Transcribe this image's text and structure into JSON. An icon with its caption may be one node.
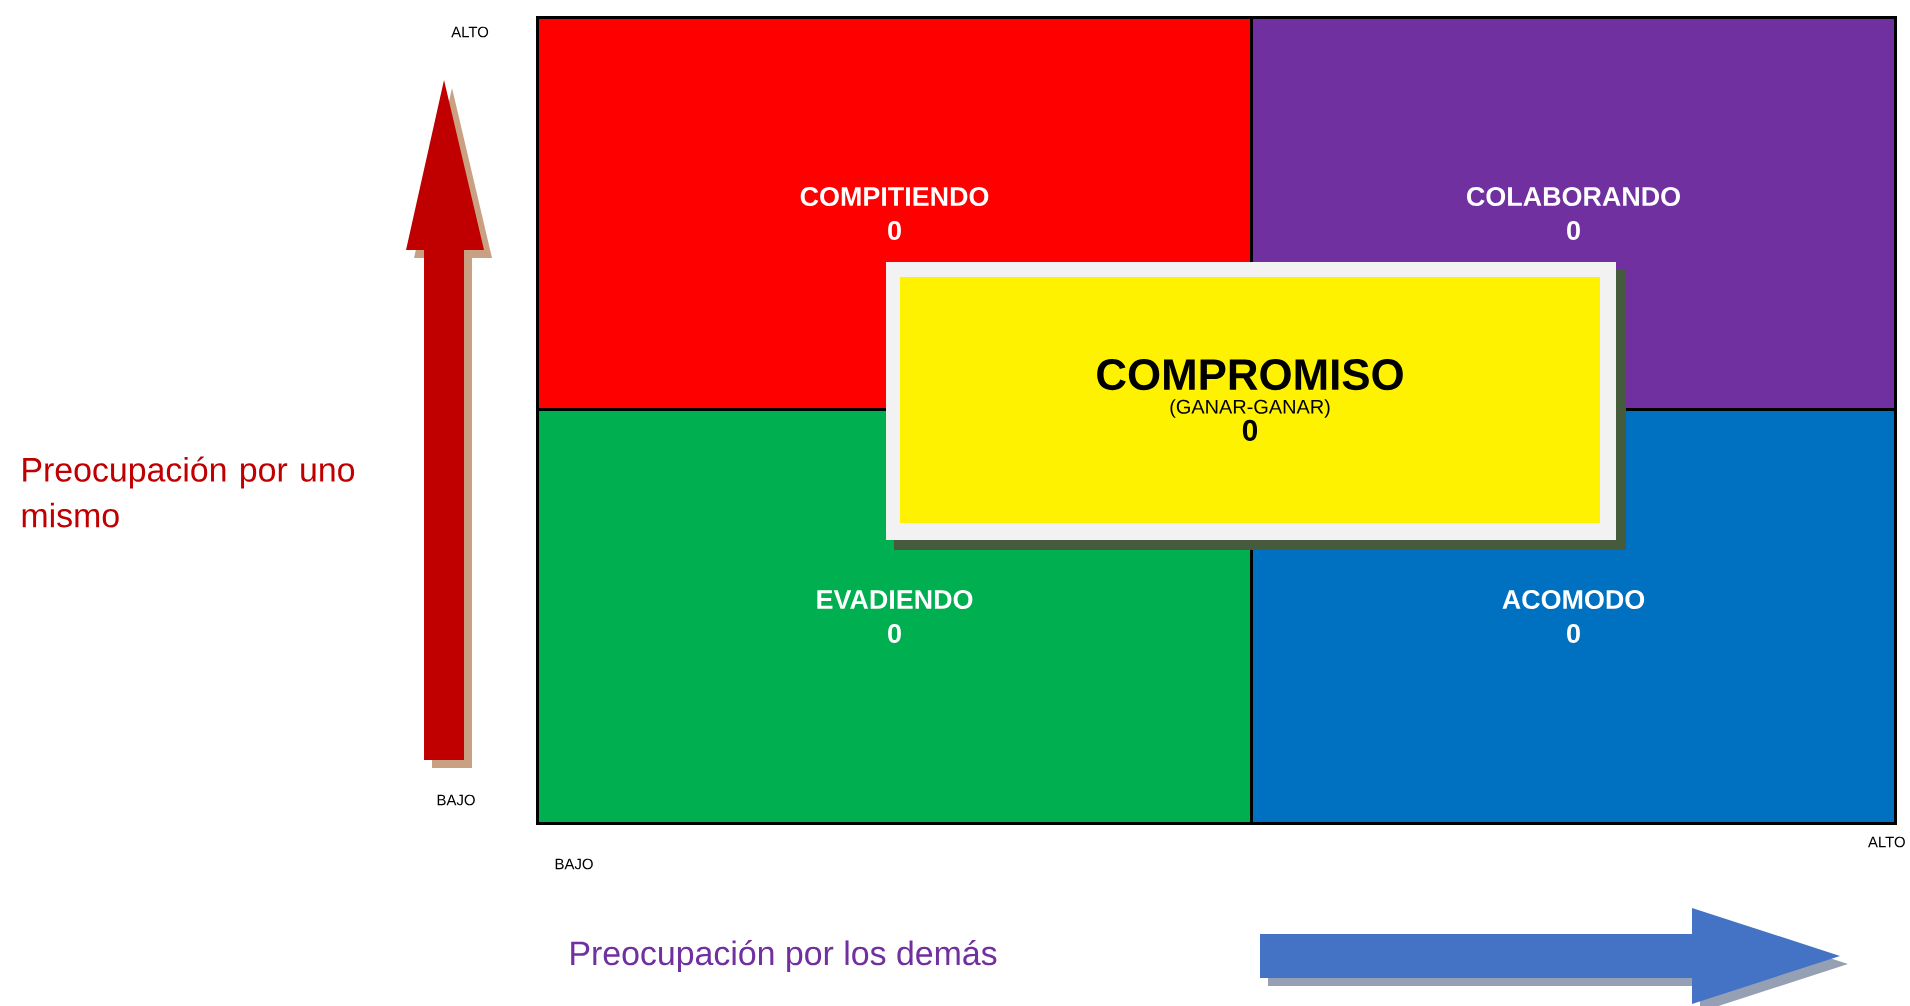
{
  "diagram": {
    "nodes": [
      {
        "text": [
          "COMPITIENDO",
          "0"
        ]
      },
      {
        "text": [
          "COLABORANDO",
          "0"
        ]
      },
      {
        "text": [
          "EVADIENDO",
          "0"
        ]
      },
      {
        "text": [
          "ACOMODO",
          "0"
        ]
      },
      {
        "text": [
          "COMPROMISO",
          "(GANAR-GANAR)",
          "0"
        ]
      }
    ],
    "labels": [
      "ALTO",
      "Preocupación por uno mismo",
      "BAJO",
      "BAJO",
      "ALTO",
      "Preocupación por los demás"
    ]
  }
}
